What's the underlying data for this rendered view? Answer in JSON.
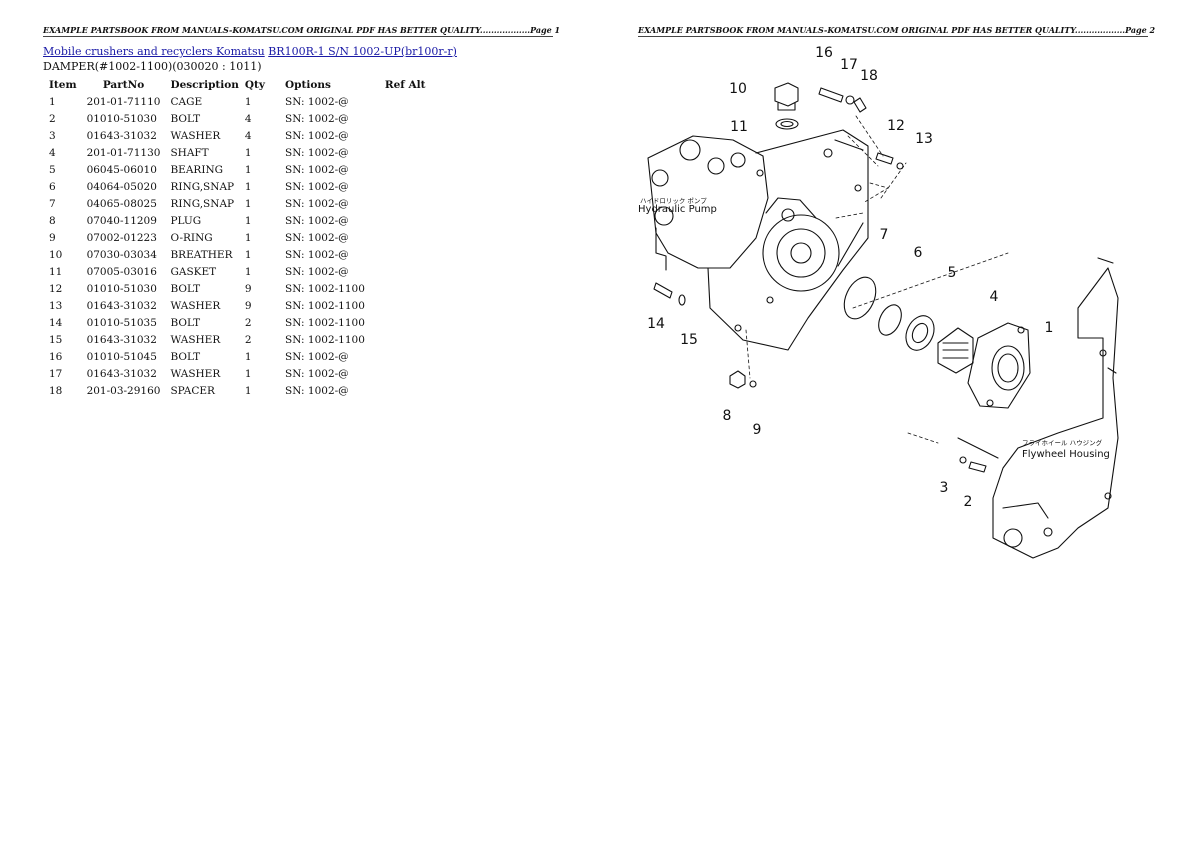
{
  "header": {
    "left": "EXAMPLE PARTSBOOK FROM MANUALS-KOMATSU.COM ORIGINAL PDF HAS BETTER QUALITY..................Page 1",
    "right": "EXAMPLE PARTSBOOK FROM MANUALS-KOMATSU.COM ORIGINAL PDF HAS BETTER QUALITY..................Page 2"
  },
  "breadcrumb": {
    "category": "Mobile crushers and recyclers Komatsu",
    "model": "BR100R-1 S/N 1002-UP(br100r-r)"
  },
  "subtitle": "DAMPER(#1002-1100)(030020 : 1011)",
  "table": {
    "columns": [
      "Item",
      "PartNo",
      "Description",
      "Qty",
      "Options",
      "Ref Alt"
    ],
    "rows": [
      [
        "1",
        "201-01-71110",
        "CAGE",
        "1",
        "SN: 1002-@",
        ""
      ],
      [
        "2",
        "01010-51030",
        "BOLT",
        "4",
        "SN: 1002-@",
        ""
      ],
      [
        "3",
        "01643-31032",
        "WASHER",
        "4",
        "SN: 1002-@",
        ""
      ],
      [
        "4",
        "201-01-71130",
        "SHAFT",
        "1",
        "SN: 1002-@",
        ""
      ],
      [
        "5",
        "06045-06010",
        "BEARING",
        "1",
        "SN: 1002-@",
        ""
      ],
      [
        "6",
        "04064-05020",
        "RING,SNAP",
        "1",
        "SN: 1002-@",
        ""
      ],
      [
        "7",
        "04065-08025",
        "RING,SNAP",
        "1",
        "SN: 1002-@",
        ""
      ],
      [
        "8",
        "07040-11209",
        "PLUG",
        "1",
        "SN: 1002-@",
        ""
      ],
      [
        "9",
        "07002-01223",
        "O-RING",
        "1",
        "SN: 1002-@",
        ""
      ],
      [
        "10",
        "07030-03034",
        "BREATHER",
        "1",
        "SN: 1002-@",
        ""
      ],
      [
        "11",
        "07005-03016",
        "GASKET",
        "1",
        "SN: 1002-@",
        ""
      ],
      [
        "12",
        "01010-51030",
        "BOLT",
        "9",
        "SN: 1002-1100",
        ""
      ],
      [
        "13",
        "01643-31032",
        "WASHER",
        "9",
        "SN: 1002-1100",
        ""
      ],
      [
        "14",
        "01010-51035",
        "BOLT",
        "2",
        "SN: 1002-1100",
        ""
      ],
      [
        "15",
        "01643-31032",
        "WASHER",
        "2",
        "SN: 1002-1100",
        ""
      ],
      [
        "16",
        "01010-51045",
        "BOLT",
        "1",
        "SN: 1002-@",
        ""
      ],
      [
        "17",
        "01643-31032",
        "WASHER",
        "1",
        "SN: 1002-@",
        ""
      ],
      [
        "18",
        "201-03-29160",
        "SPACER",
        "1",
        "SN: 1002-@",
        ""
      ]
    ]
  },
  "diagram": {
    "callouts": [
      "16",
      "17",
      "18",
      "10",
      "11",
      "12",
      "13",
      "7",
      "6",
      "5",
      "4",
      "1",
      "14",
      "15",
      "8",
      "9",
      "3",
      "2"
    ],
    "labels": {
      "pump_jp": "ハイドロリック ポンプ",
      "pump": "Hydraulic Pump",
      "housing_jp": "フライホイール ハウジング",
      "housing": "Flywheel Housing"
    }
  }
}
